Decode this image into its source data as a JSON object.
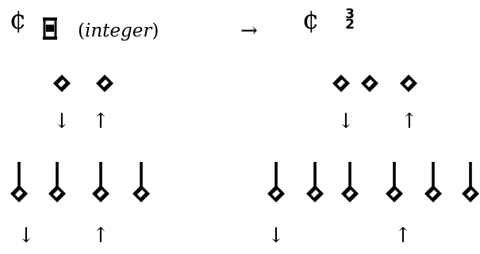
{
  "left": {
    "meter_symbol": "¢",
    "label_open": "(",
    "label_italic": "integer",
    "label_close": ")",
    "up_arrow": "↑",
    "down_arrow": "↓"
  },
  "transition_arrow": "→",
  "right": {
    "meter_symbol": "¢",
    "fraction_numerator": "3",
    "fraction_denominator": "2",
    "up_arrow": "↑",
    "down_arrow": "↓"
  },
  "colors": {
    "ink": "#000000",
    "paper": "#ffffff"
  }
}
